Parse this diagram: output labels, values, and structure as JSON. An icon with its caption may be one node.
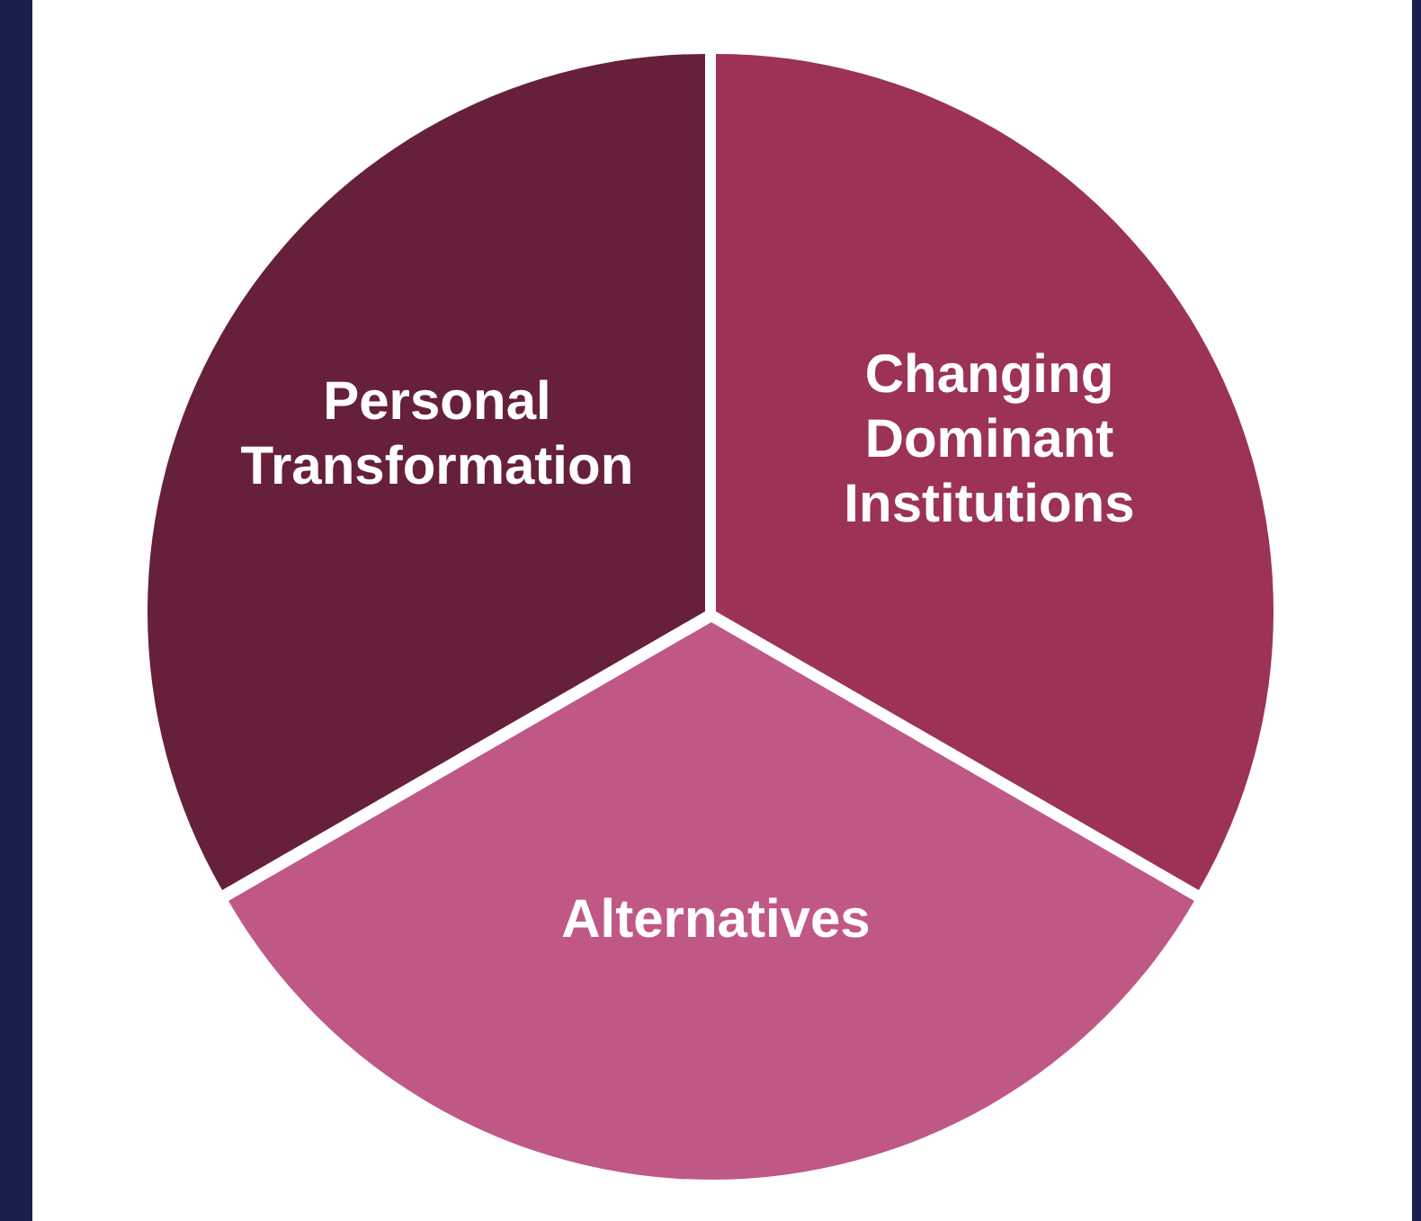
{
  "diagram": {
    "nodes": [
      {
        "text": [
          "Personal Transformation"
        ]
      },
      {
        "text": [
          "Changing Dominant Institutions"
        ]
      },
      {
        "text": [
          "Alternatives"
        ]
      }
    ]
  }
}
